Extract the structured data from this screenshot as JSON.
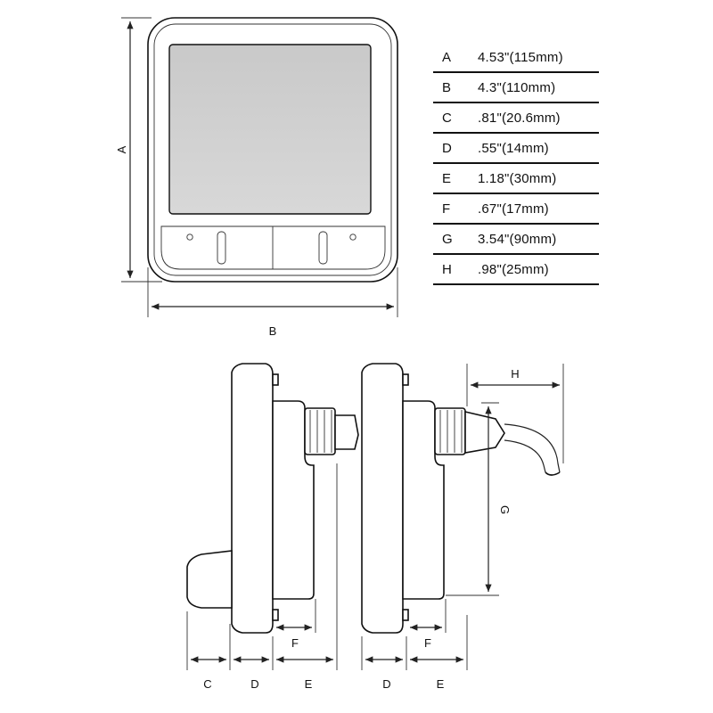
{
  "dimensions": [
    {
      "key": "A",
      "value": "4.53\"(115mm)"
    },
    {
      "key": "B",
      "value": "4.3\"(110mm)"
    },
    {
      "key": "C",
      "value": ".81\"(20.6mm)"
    },
    {
      "key": "D",
      "value": ".55\"(14mm)"
    },
    {
      "key": "E",
      "value": "1.18\"(30mm)"
    },
    {
      "key": "F",
      "value": ".67\"(17mm)"
    },
    {
      "key": "G",
      "value": "3.54\"(90mm)"
    },
    {
      "key": "H",
      "value": ".98\"(25mm)"
    }
  ],
  "labels": {
    "A": "A",
    "B": "B",
    "C": "C",
    "D": "D",
    "E": "E",
    "F": "F",
    "G": "G",
    "H": "H"
  }
}
